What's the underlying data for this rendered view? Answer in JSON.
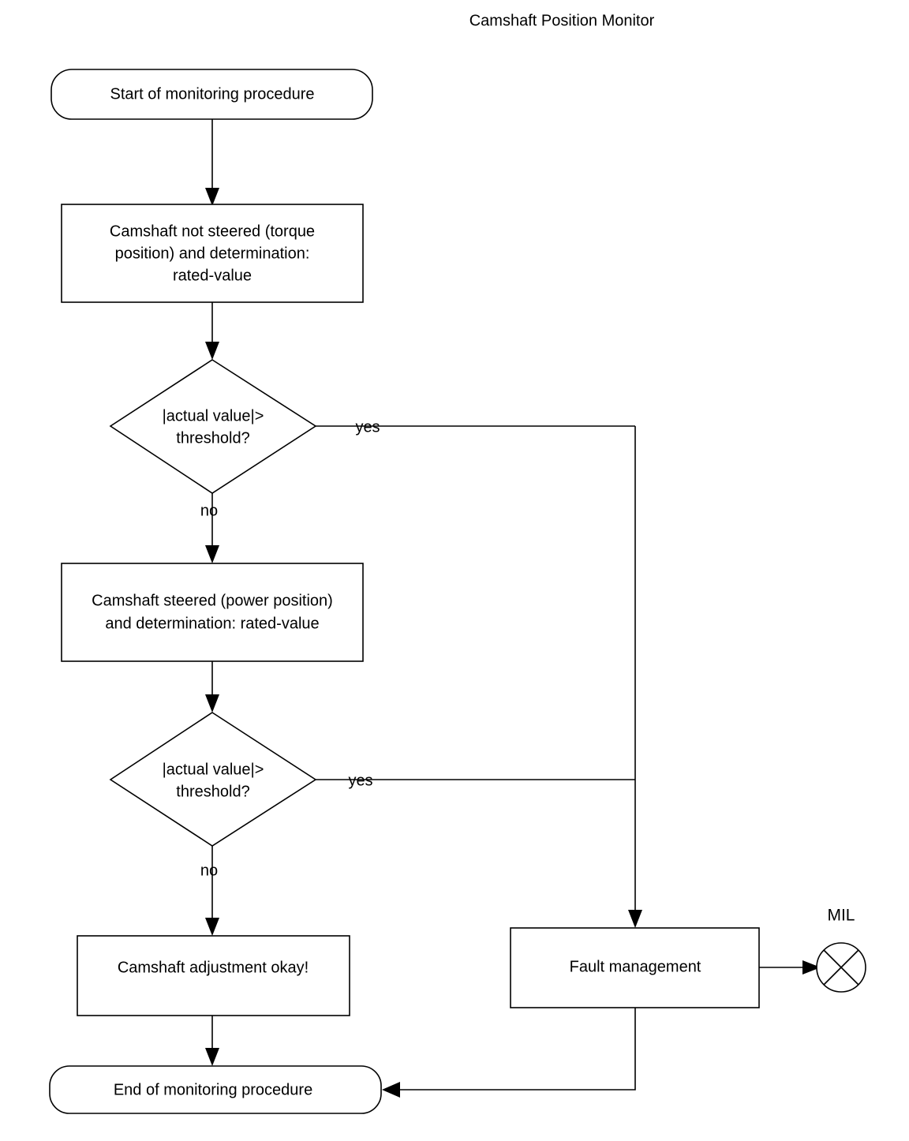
{
  "diagram": {
    "title": "Camshaft Position Monitor",
    "type": "flowchart",
    "background_color": "#ffffff",
    "line_color": "#000000",
    "text_color": "#000000"
  },
  "nodes": {
    "start": {
      "label": "Start of monitoring procedure",
      "shape": "rounded-rectangle"
    },
    "process_torque": {
      "line1": "Camshaft not steered (torque",
      "line2": "position) and determination:",
      "line3": "rated-value",
      "shape": "rectangle"
    },
    "decision_one": {
      "line1": "|actual value|>",
      "line2": "threshold?",
      "shape": "diamond"
    },
    "process_power": {
      "line1": "Camshaft steered (power position)",
      "line2": "and determination: rated-value",
      "shape": "rectangle"
    },
    "decision_two": {
      "line1": "|actual value|>",
      "line2": "threshold?",
      "shape": "diamond"
    },
    "result_okay": {
      "label": "Camshaft adjustment okay!",
      "shape": "rectangle"
    },
    "fault_management": {
      "label": "Fault management",
      "shape": "rectangle"
    },
    "mil_indicator": {
      "label": "MIL",
      "shape": "lamp-circle-cross"
    },
    "end": {
      "label": "End of monitoring procedure",
      "shape": "rounded-rectangle"
    }
  },
  "edge_labels": {
    "decision_one_yes": "yes",
    "decision_one_no": "no",
    "decision_two_yes": "yes",
    "decision_two_no": "no"
  }
}
